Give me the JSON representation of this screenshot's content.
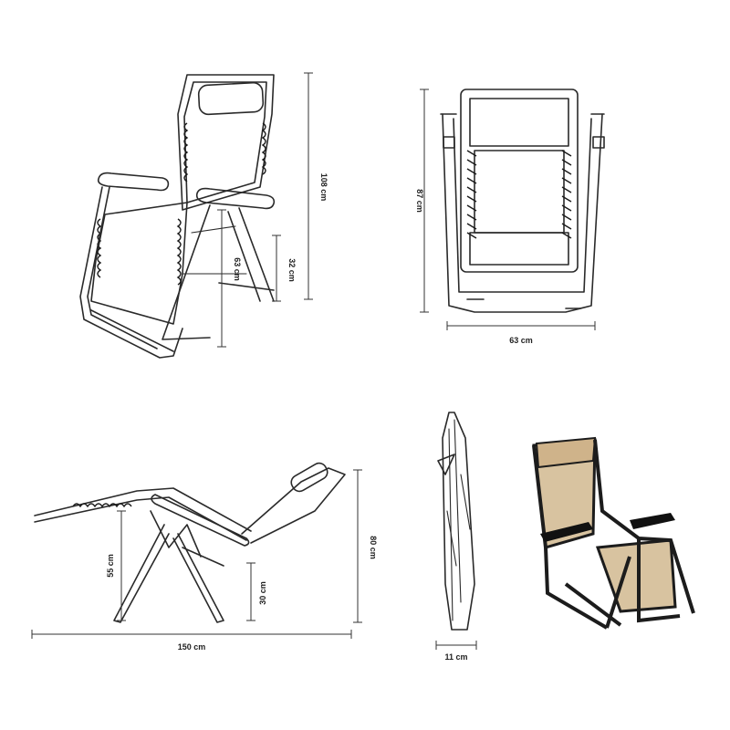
{
  "dimensions": {
    "height_upright": "108 cm",
    "seat_height": "63 cm",
    "leg_height": "32 cm",
    "folded_height": "87 cm",
    "width": "63 cm",
    "reclined_height": "80 cm",
    "reclined_seat_height": "55 cm",
    "reclined_leg_height": "30 cm",
    "reclined_length": "150 cm",
    "folded_depth": "11 cm"
  },
  "colors": {
    "line": "#2a2a2a",
    "fabric": "#d8c3a0",
    "frame": "#1c1c1c"
  }
}
